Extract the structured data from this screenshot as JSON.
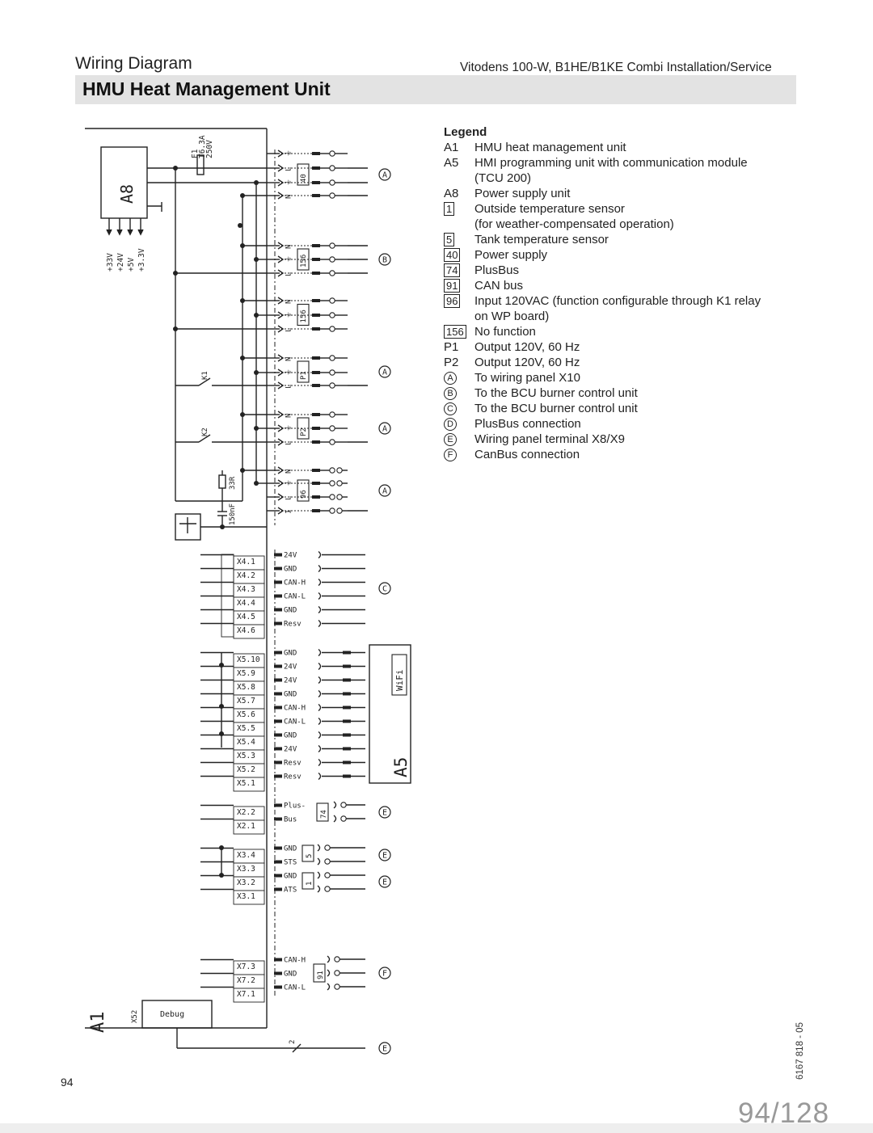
{
  "header": {
    "section_title": "Wiring Diagram",
    "doc_title": "Vitodens 100-W, B1HE/B1KE Combi Installation/Service",
    "page_heading": "HMU Heat Management Unit"
  },
  "legend": {
    "title": "Legend",
    "items": [
      {
        "key": "A1",
        "style": "plain",
        "text": "HMU heat management unit"
      },
      {
        "key": "A5",
        "style": "plain",
        "text": "HMI programming unit with communication module"
      },
      {
        "key": "",
        "style": "cont",
        "text": "(TCU 200)"
      },
      {
        "key": "A8",
        "style": "plain",
        "text": "Power supply unit"
      },
      {
        "key": "1",
        "style": "box",
        "text": "Outside temperature sensor"
      },
      {
        "key": "",
        "style": "cont",
        "text": "(for weather-compensated operation)"
      },
      {
        "key": "5",
        "style": "box",
        "text": "Tank temperature sensor"
      },
      {
        "key": "40",
        "style": "box",
        "text": "Power supply"
      },
      {
        "key": "74",
        "style": "box",
        "text": "PlusBus"
      },
      {
        "key": "91",
        "style": "box",
        "text": "CAN bus"
      },
      {
        "key": "96",
        "style": "box",
        "text": "Input 120VAC (function configurable through K1 relay"
      },
      {
        "key": "",
        "style": "cont",
        "text": "on WP board)"
      },
      {
        "key": "156",
        "style": "box",
        "text": "No function"
      },
      {
        "key": "P1",
        "style": "plain",
        "text": "Output 120V, 60 Hz"
      },
      {
        "key": "P2",
        "style": "plain",
        "text": "Output 120V, 60 Hz"
      },
      {
        "key": "A",
        "style": "circle",
        "text": "To wiring panel X10"
      },
      {
        "key": "B",
        "style": "circle",
        "text": "To the BCU burner control unit"
      },
      {
        "key": "C",
        "style": "circle",
        "text": "To the BCU burner control unit"
      },
      {
        "key": "D",
        "style": "circle",
        "text": "PlusBus connection"
      },
      {
        "key": "E",
        "style": "circle",
        "text": "Wiring panel terminal X8/X9"
      },
      {
        "key": "F",
        "style": "circle",
        "text": "CanBus connection"
      }
    ]
  },
  "diagram": {
    "power_supply_label": "A8",
    "voltages": [
      "+33V",
      "+24V",
      "+5V",
      "+3.3V"
    ],
    "fuse_label": "F1",
    "fuse_rating": "T6.3A",
    "fuse_voltage": "250V",
    "relay_labels": [
      "K1",
      "K2"
    ],
    "resistor_label": "33R",
    "capacitor_label": "150nF",
    "board_label": "A1",
    "debug_connector": "X52",
    "debug_label": "Debug",
    "hmi_label": "A5",
    "wifi_label": "WiFi",
    "cable_count": "2",
    "blocks": [
      {
        "box": "40",
        "pins": [
          "⏚",
          "L",
          "⏚",
          "N"
        ],
        "ref": "A"
      },
      {
        "box": "156",
        "pins": [
          "N",
          "⏚",
          "L"
        ],
        "ref": "B"
      },
      {
        "box": "156",
        "pins": [
          "N",
          "⏚",
          "L"
        ],
        "ref": ""
      },
      {
        "box": "P1",
        "pins": [
          "N",
          "⏚",
          "L"
        ],
        "ref": "A"
      },
      {
        "box": "P2",
        "pins": [
          "N",
          "⏚",
          "L"
        ],
        "ref": "A"
      },
      {
        "box": "96",
        "pins": [
          "N",
          "⏚",
          "L",
          "1"
        ],
        "ref": "A"
      }
    ],
    "x4": {
      "terms": [
        "X4.1",
        "X4.2",
        "X4.3",
        "X4.4",
        "X4.5",
        "X4.6"
      ],
      "signals": [
        "24V",
        "GND",
        "CAN-H",
        "CAN-L",
        "GND",
        "Resv"
      ],
      "ref": "C"
    },
    "x5": {
      "terms": [
        "X5.10",
        "X5.9",
        "X5.8",
        "X5.7",
        "X5.6",
        "X5.5",
        "X5.4",
        "X5.3",
        "X5.2",
        "X5.1"
      ],
      "signals": [
        "GND",
        "24V",
        "24V",
        "GND",
        "CAN-H",
        "CAN-L",
        "GND",
        "24V",
        "Resv",
        "Resv"
      ]
    },
    "x2": {
      "terms": [
        "X2.2",
        "X2.1"
      ],
      "signals": [
        "Plus-",
        "Bus"
      ],
      "box": "74",
      "ref": "E"
    },
    "x3": {
      "terms": [
        "X3.4",
        "X3.3",
        "X3.2",
        "X3.1"
      ],
      "signals": [
        "GND",
        "STS",
        "GND",
        "ATS"
      ],
      "boxes": [
        "5",
        "1"
      ],
      "refs": [
        "E",
        "E"
      ]
    },
    "x7": {
      "terms": [
        "X7.3",
        "X7.2",
        "X7.1"
      ],
      "signals": [
        "CAN-H",
        "GND",
        "CAN-L"
      ],
      "box": "91",
      "ref": "F"
    },
    "debug_ref": "E"
  },
  "footer": {
    "page_number": "94",
    "doc_code": "6167 818 - 05",
    "pager": "94/128"
  }
}
